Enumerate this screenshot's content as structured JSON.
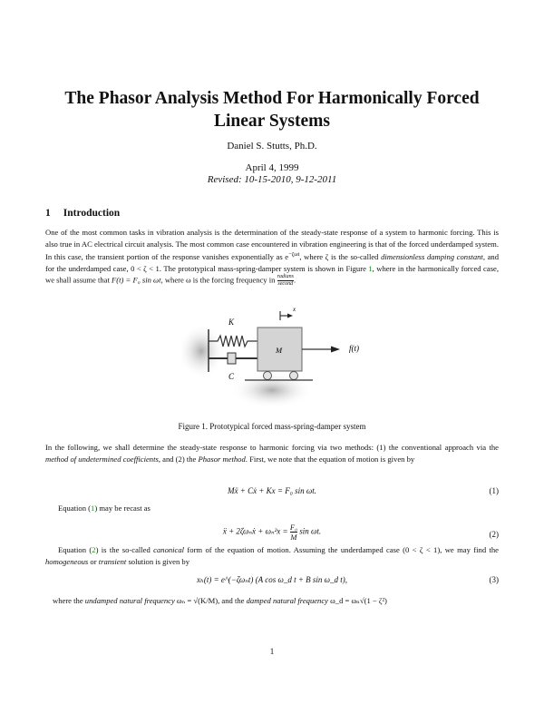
{
  "title": "The Phasor Analysis Method For Harmonically Forced Linear Systems",
  "author": "Daniel S. Stutts, Ph.D.",
  "date": "April 4, 1999",
  "revised": "Revised: 10-15-2010, 9-12-2011",
  "section": {
    "number": "1",
    "title": "Introduction"
  },
  "paragraphs": [
    [
      {
        "t": "One of the most common tasks in vibration analysis is the determination of the steady-state response of a system to harmonic forcing.  This is also true in AC electrical circuit analysis.  The most common case encountered in vibration engineering is that of the forced underdamped system. In this case, the transient portion of the response vanishes exponentially as e"
      },
      {
        "t": "−ζωt",
        "sup": true
      },
      {
        "t": ", where ζ is the so-called "
      },
      {
        "t": "dimensionless damping constant",
        "i": true
      },
      {
        "t": ", and for the underdamped case, 0 < ζ < 1.  The prototypical mass-spring-damper system is shown in Figure "
      },
      {
        "t": "1",
        "ref": true
      },
      {
        "t": ", where in the harmonically forced case, we shall assume that "
      },
      {
        "t": "F(t) = F₀ sin ωt",
        "i": true
      },
      {
        "t": ", where ω is the forcing frequency in "
      },
      {
        "t": "radians/second",
        "frac": [
          "radians",
          "second"
        ]
      },
      {
        "t": "."
      }
    ],
    [
      {
        "t": "In the following, we shall determine the steady-state response to harmonic forcing via two methods:  (1) the conventional approach via the "
      },
      {
        "t": "method of undetermined coefficients",
        "i": true
      },
      {
        "t": ", and (2) the "
      },
      {
        "t": "Phasor method",
        "i": true
      },
      {
        "t": ". First, we note that the equation of motion is given by"
      }
    ],
    [
      {
        "t": "Equation ("
      },
      {
        "t": "1",
        "ref": true
      },
      {
        "t": ") may be recast as"
      }
    ],
    [
      {
        "t": "Equation ("
      },
      {
        "t": "2",
        "ref": true
      },
      {
        "t": ") is the so-called "
      },
      {
        "t": "canonical",
        "i": true
      },
      {
        "t": " form of the equation of motion.  Assuming the underdamped case (0 < ζ < 1), we may find the "
      },
      {
        "t": "homogeneous",
        "i": true
      },
      {
        "t": " or "
      },
      {
        "t": "transient",
        "i": true
      },
      {
        "t": " solution is given by"
      }
    ],
    [
      {
        "t": "where the "
      },
      {
        "t": "undamped natural frequency",
        "i": true
      },
      {
        "t": " ωₙ = √(K/M), and the "
      },
      {
        "t": "damped natural frequency",
        "i": true
      },
      {
        "t": " ω_d = ωₙ√(1 − ζ²)"
      }
    ]
  ],
  "equations": [
    {
      "lhs": "Mẍ + Cẋ + Kx = F₀ sin ωt.",
      "label": "(1)"
    },
    {
      "lhs": "ẍ + 2ζωₙẋ + ωₙ²x = ",
      "num": "F₀",
      "den": "M",
      "rhs": " sin ωt.",
      "label": "(2)"
    },
    {
      "lhs": "xₕ(t) = e^(−ζωₙt) (A cos ω_d t + B sin ω_d t),",
      "label": "(3)"
    }
  ],
  "figure": {
    "labels": {
      "spring": "K",
      "damper": "C",
      "mass": "M",
      "force": "f(t)",
      "displacement": "x"
    },
    "caption": "Figure 1. Prototypical forced mass-spring-damper system"
  },
  "page_number": "1",
  "colors": {
    "link": "#1a8a1a",
    "mass_fill": "#d4d4d4"
  }
}
